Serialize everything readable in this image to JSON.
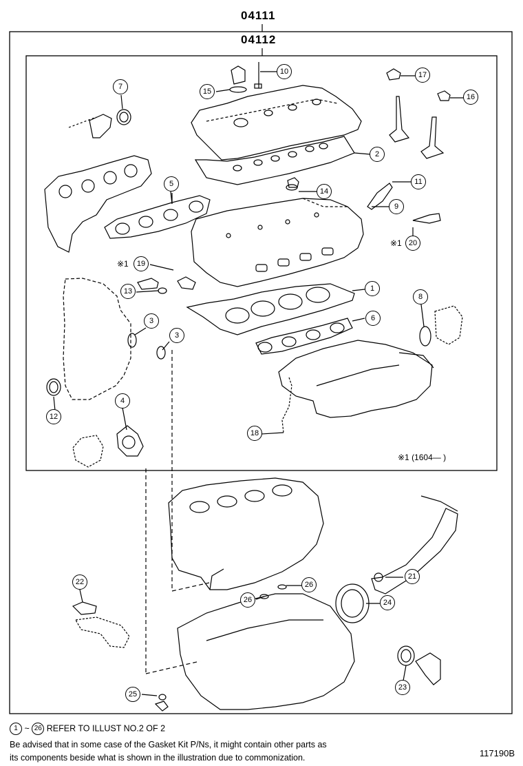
{
  "header": {
    "outer_part_number": "04111",
    "inner_part_number": "04112"
  },
  "callouts": [
    {
      "id": "c1",
      "label": "1"
    },
    {
      "id": "c2",
      "label": "2"
    },
    {
      "id": "c3a",
      "label": "3"
    },
    {
      "id": "c3b",
      "label": "3"
    },
    {
      "id": "c4",
      "label": "4"
    },
    {
      "id": "c5",
      "label": "5"
    },
    {
      "id": "c6",
      "label": "6"
    },
    {
      "id": "c7",
      "label": "7"
    },
    {
      "id": "c8",
      "label": "8"
    },
    {
      "id": "c9",
      "label": "9"
    },
    {
      "id": "c10",
      "label": "10"
    },
    {
      "id": "c11",
      "label": "11"
    },
    {
      "id": "c12",
      "label": "12"
    },
    {
      "id": "c13",
      "label": "13"
    },
    {
      "id": "c14",
      "label": "14"
    },
    {
      "id": "c15",
      "label": "15"
    },
    {
      "id": "c16",
      "label": "16"
    },
    {
      "id": "c17",
      "label": "17"
    },
    {
      "id": "c18",
      "label": "18"
    },
    {
      "id": "c19",
      "label": "19"
    },
    {
      "id": "c20",
      "label": "20"
    },
    {
      "id": "c21",
      "label": "21"
    },
    {
      "id": "c22",
      "label": "22"
    },
    {
      "id": "c23",
      "label": "23"
    },
    {
      "id": "c24",
      "label": "24"
    },
    {
      "id": "c25",
      "label": "25"
    },
    {
      "id": "c26a",
      "label": "26"
    },
    {
      "id": "c26b",
      "label": "26"
    }
  ],
  "marks": {
    "note_mark": "※1",
    "range_note": "※1 (1604—      )"
  },
  "footer": {
    "ref_start": "1",
    "ref_tilde": "~",
    "ref_end": "26",
    "ref_text": "REFER TO ILLUST NO.2 OF 2",
    "advice_line1": "Be advised that in some case of the Gasket Kit P/Ns,  it might contain other parts as",
    "advice_line2": "its components beside what is shown in the illustration due to commonization.",
    "illustration_number": "117190B"
  }
}
